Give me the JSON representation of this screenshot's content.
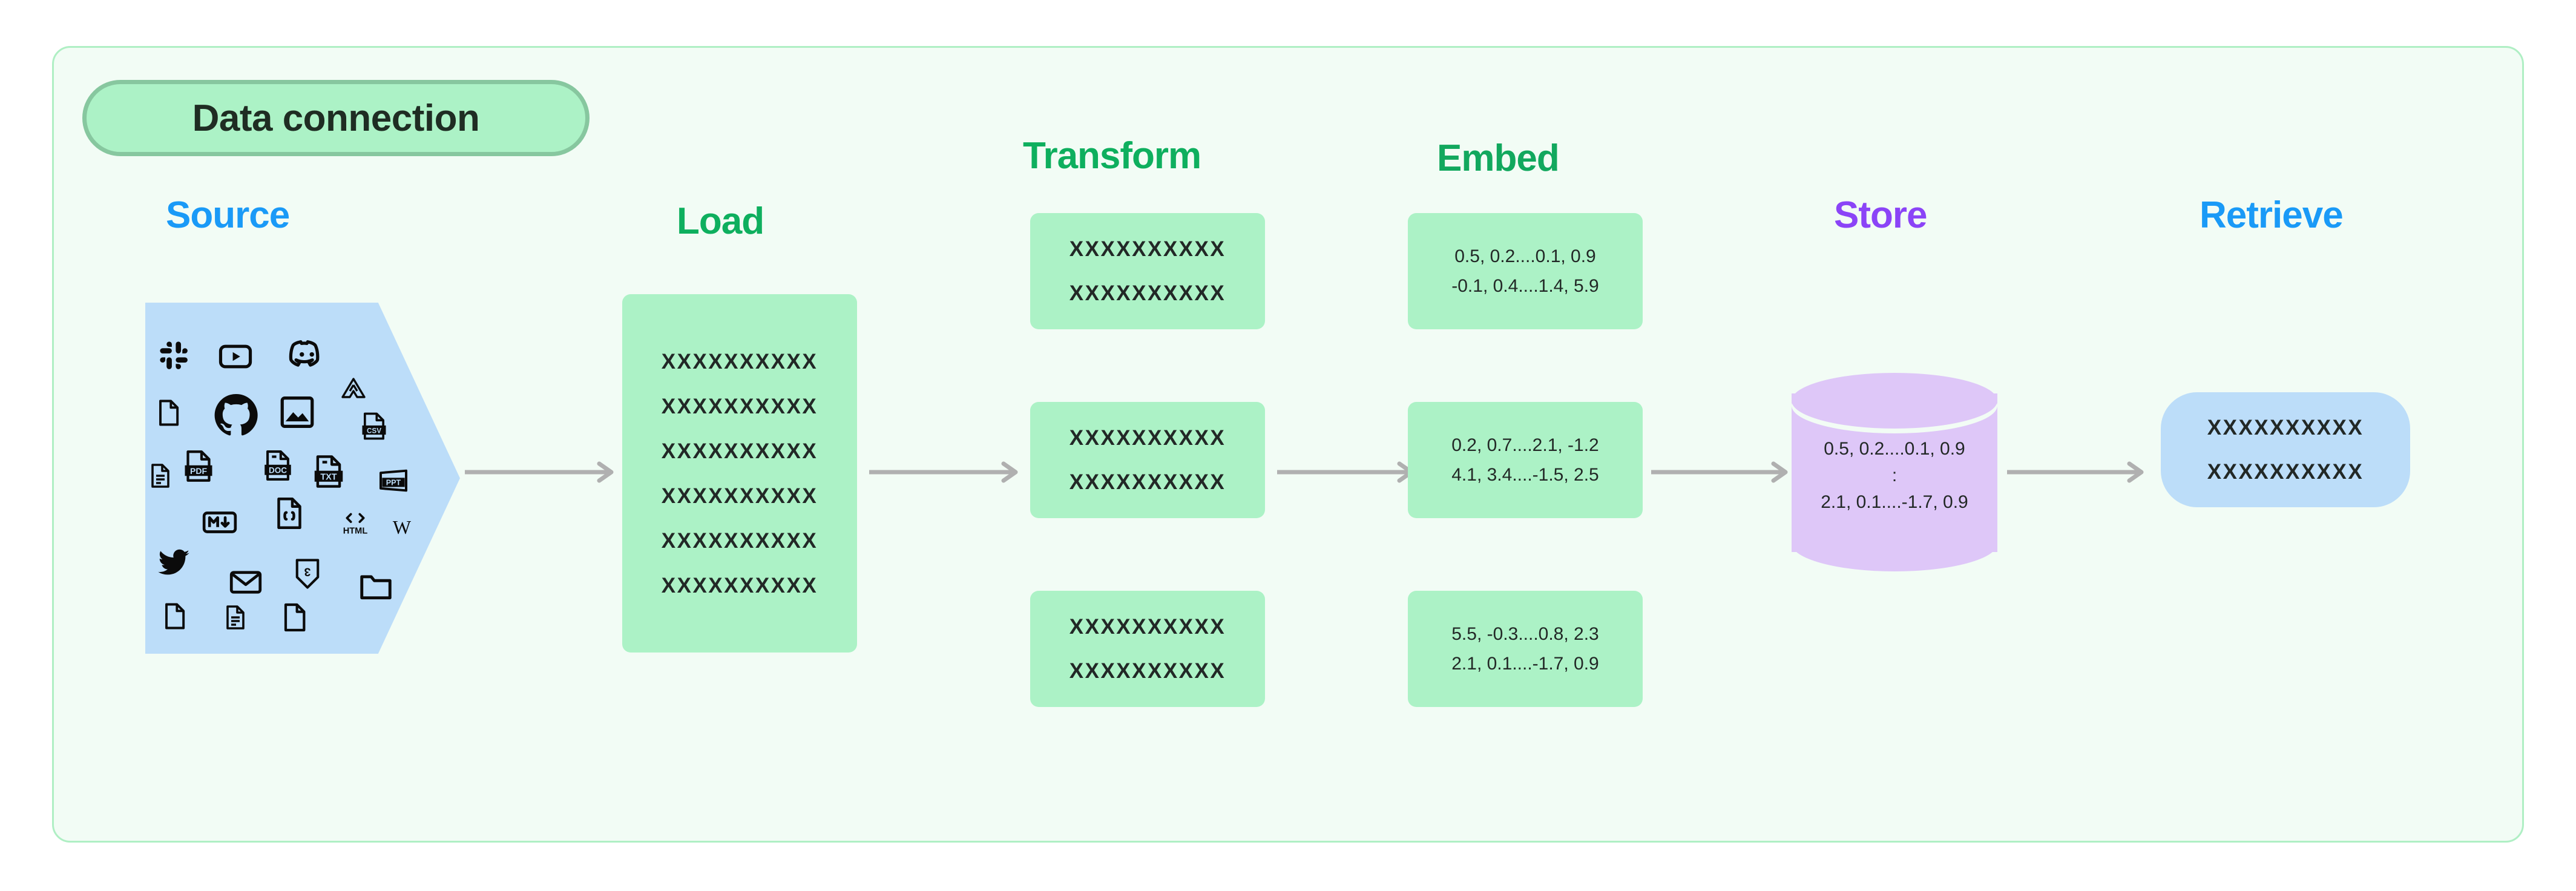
{
  "card": {
    "title": "Data connection",
    "background": "#F2FCF5",
    "border_color": "#AFEFC4"
  },
  "colors": {
    "source_blue": "#1A9AF7",
    "load_green": "#0EAF5E",
    "transform_green": "#0EAF5E",
    "embed_green": "#12A85E",
    "store_purple": "#8B44F7",
    "retrieve_blue": "#1A9AF7",
    "green_box_fill": "#ACF2C6",
    "blue_shape_fill": "#BCDDF9",
    "purple_cylinder_fill": "#DEC7F8",
    "arrow_gray": "#B0B0B0"
  },
  "stages": {
    "source": {
      "label": "Source"
    },
    "load": {
      "label": "Load"
    },
    "transform": {
      "label": "Transform"
    },
    "embed": {
      "label": "Embed"
    },
    "store": {
      "label": "Store"
    },
    "retrieve": {
      "label": "Retrieve"
    }
  },
  "source_icons": [
    "slack-icon",
    "youtube-icon",
    "discord-icon",
    "file-blank-icon",
    "github-icon",
    "image-icon",
    "google-drive-icon",
    "file-text-lines-icon",
    "pdf-file-icon",
    "doc-file-icon",
    "txt-file-icon",
    "csv-file-icon",
    "ppt-file-icon",
    "markdown-icon",
    "code-braces-file-icon",
    "html-icon",
    "wikipedia-icon",
    "twitter-icon",
    "email-icon",
    "css3-icon",
    "folder-icon",
    "file-blank-icon",
    "file-text-lines-icon",
    "file-blank-icon"
  ],
  "load_box": {
    "rows": [
      "XXXXXXXXXX",
      "XXXXXXXXXX",
      "XXXXXXXXXX",
      "XXXXXXXXXX",
      "XXXXXXXXXX",
      "XXXXXXXXXX"
    ]
  },
  "transform_boxes": [
    {
      "rows": [
        "XXXXXXXXXX",
        "XXXXXXXXXX"
      ]
    },
    {
      "rows": [
        "XXXXXXXXXX",
        "XXXXXXXXXX"
      ]
    },
    {
      "rows": [
        "XXXXXXXXXX",
        "XXXXXXXXXX"
      ]
    }
  ],
  "embed_boxes": [
    {
      "rows": [
        "0.5, 0.2....0.1, 0.9",
        "-0.1, 0.4....1.4, 5.9"
      ]
    },
    {
      "rows": [
        "0.2, 0.7....2.1, -1.2",
        "4.1, 3.4....-1.5, 2.5"
      ]
    },
    {
      "rows": [
        "5.5, -0.3....0.8, 2.3",
        "2.1, 0.1....-1.7, 0.9"
      ]
    }
  ],
  "store_cylinder": {
    "rows": [
      "0.5, 0.2....0.1, 0.9",
      ":",
      "2.1, 0.1....-1.7, 0.9"
    ]
  },
  "retrieve_box": {
    "rows": [
      "XXXXXXXXXX",
      "XXXXXXXXXX"
    ]
  },
  "arrows": [
    {
      "name": "arrow-source-to-load"
    },
    {
      "name": "arrow-load-to-transform"
    },
    {
      "name": "arrow-transform-to-embed"
    },
    {
      "name": "arrow-embed-to-store"
    },
    {
      "name": "arrow-store-to-retrieve"
    }
  ]
}
